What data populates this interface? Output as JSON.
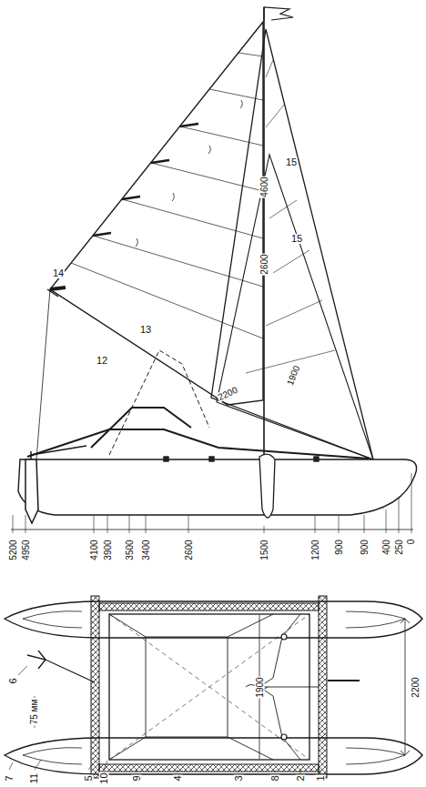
{
  "diagram": {
    "labels": [
      "14",
      "15",
      "15",
      "4600",
      "2600",
      "2200",
      "1900",
      "12",
      "13",
      "5200",
      "4950",
      "4100",
      "3900",
      "3500",
      "3400",
      "2600",
      "1500",
      "1200",
      "900",
      "900",
      "400",
      "250",
      "0",
      "2200",
      "1900",
      "75 мм",
      "7",
      "11",
      "5",
      "10",
      "9",
      "4",
      "3",
      "8",
      "2",
      "1",
      "6"
    ]
  }
}
